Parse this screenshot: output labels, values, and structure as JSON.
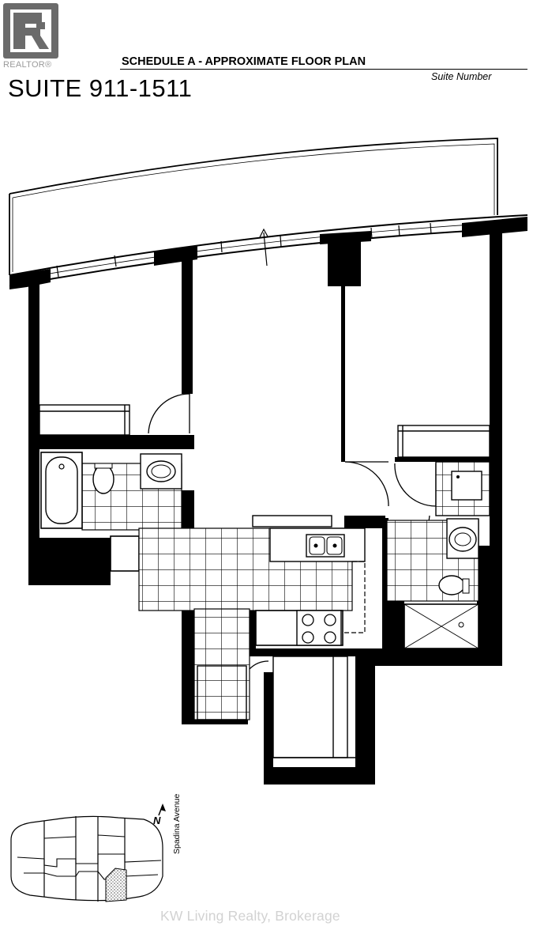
{
  "header": {
    "realtor_badge": "REALTOR®",
    "schedule_title": "SCHEDULE A - APPROXIMATE FLOOR PLAN",
    "suite_number_label": "Suite Number",
    "suite_title": "SUITE 911-1511"
  },
  "key_plan": {
    "north_label": "N",
    "street_label": "Spadina Avenue"
  },
  "footer": {
    "watermark": "KW Living Realty, Brokerage"
  },
  "colors": {
    "wall": "#000000",
    "line": "#000000",
    "background": "#ffffff",
    "realtor_mark": "#6b6b6b",
    "watermark": "#d2d2d2",
    "highlighted_unit": "#9a9a9a"
  }
}
